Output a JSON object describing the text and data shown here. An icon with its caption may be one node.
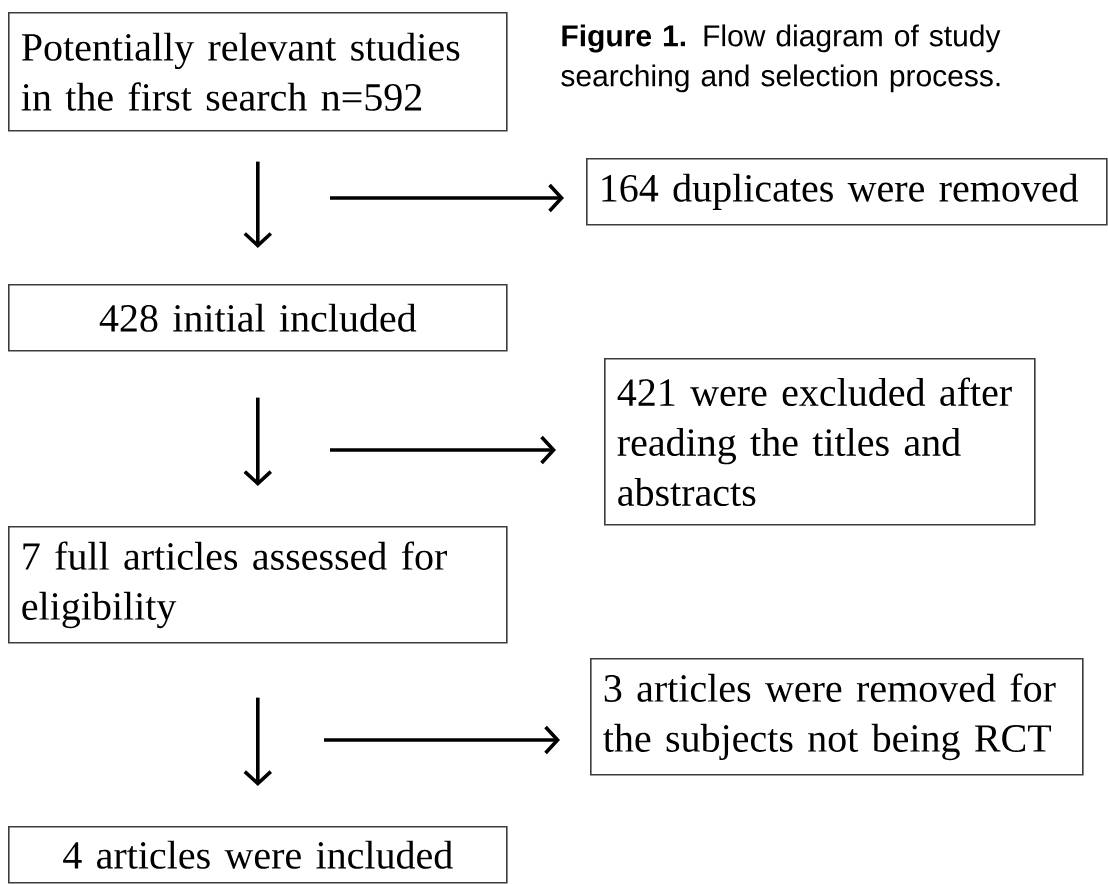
{
  "diagram": {
    "caption": "**Figure 1.** Flow diagram of study searching and selection process.",
    "nodes": [
      {
        "text": [
          "Potentially relevant studies in the first search n=592"
        ]
      },
      {
        "text": [
          "164 duplicates were removed"
        ]
      },
      {
        "text": [
          "428 initial included"
        ]
      },
      {
        "text": [
          "421 were excluded after reading the titles and abstracts"
        ]
      },
      {
        "text": [
          "7 full articles assessed for eligibility"
        ]
      },
      {
        "text": [
          "3 articles were removed for the subjects not being RCT"
        ]
      },
      {
        "text": [
          "4 articles were included"
        ]
      }
    ],
    "edges": [
      {
        "from": 0,
        "to": 2,
        "arrow": "to"
      },
      {
        "from": null,
        "to": 1,
        "arrow": "to"
      },
      {
        "from": 2,
        "to": 4,
        "arrow": "to"
      },
      {
        "from": null,
        "to": 3,
        "arrow": "to"
      },
      {
        "from": 4,
        "to": 6,
        "arrow": "to"
      },
      {
        "from": null,
        "to": 5,
        "arrow": "to"
      }
    ]
  }
}
